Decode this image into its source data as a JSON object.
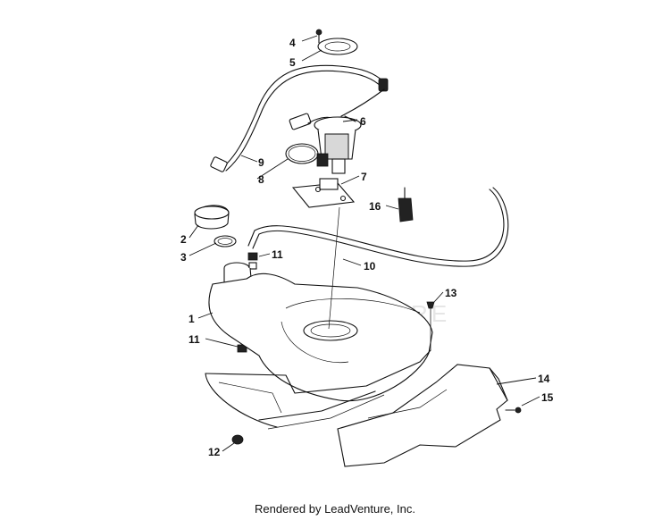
{
  "footer": {
    "credit": "Rendered by LeadVenture, Inc."
  },
  "watermark": {
    "text": "LEADVENTURE"
  },
  "callouts": [
    {
      "id": "c4",
      "label": "4"
    },
    {
      "id": "c5",
      "label": "5"
    },
    {
      "id": "c6",
      "label": "6"
    },
    {
      "id": "c9",
      "label": "9"
    },
    {
      "id": "c8",
      "label": "8"
    },
    {
      "id": "c7",
      "label": "7"
    },
    {
      "id": "c16",
      "label": "16"
    },
    {
      "id": "c2",
      "label": "2"
    },
    {
      "id": "c3",
      "label": "3"
    },
    {
      "id": "c11a",
      "label": "11"
    },
    {
      "id": "c10",
      "label": "10"
    },
    {
      "id": "c13",
      "label": "13"
    },
    {
      "id": "c1",
      "label": "1"
    },
    {
      "id": "c11b",
      "label": "11"
    },
    {
      "id": "c14",
      "label": "14"
    },
    {
      "id": "c15",
      "label": "15"
    },
    {
      "id": "c12",
      "label": "12"
    }
  ]
}
